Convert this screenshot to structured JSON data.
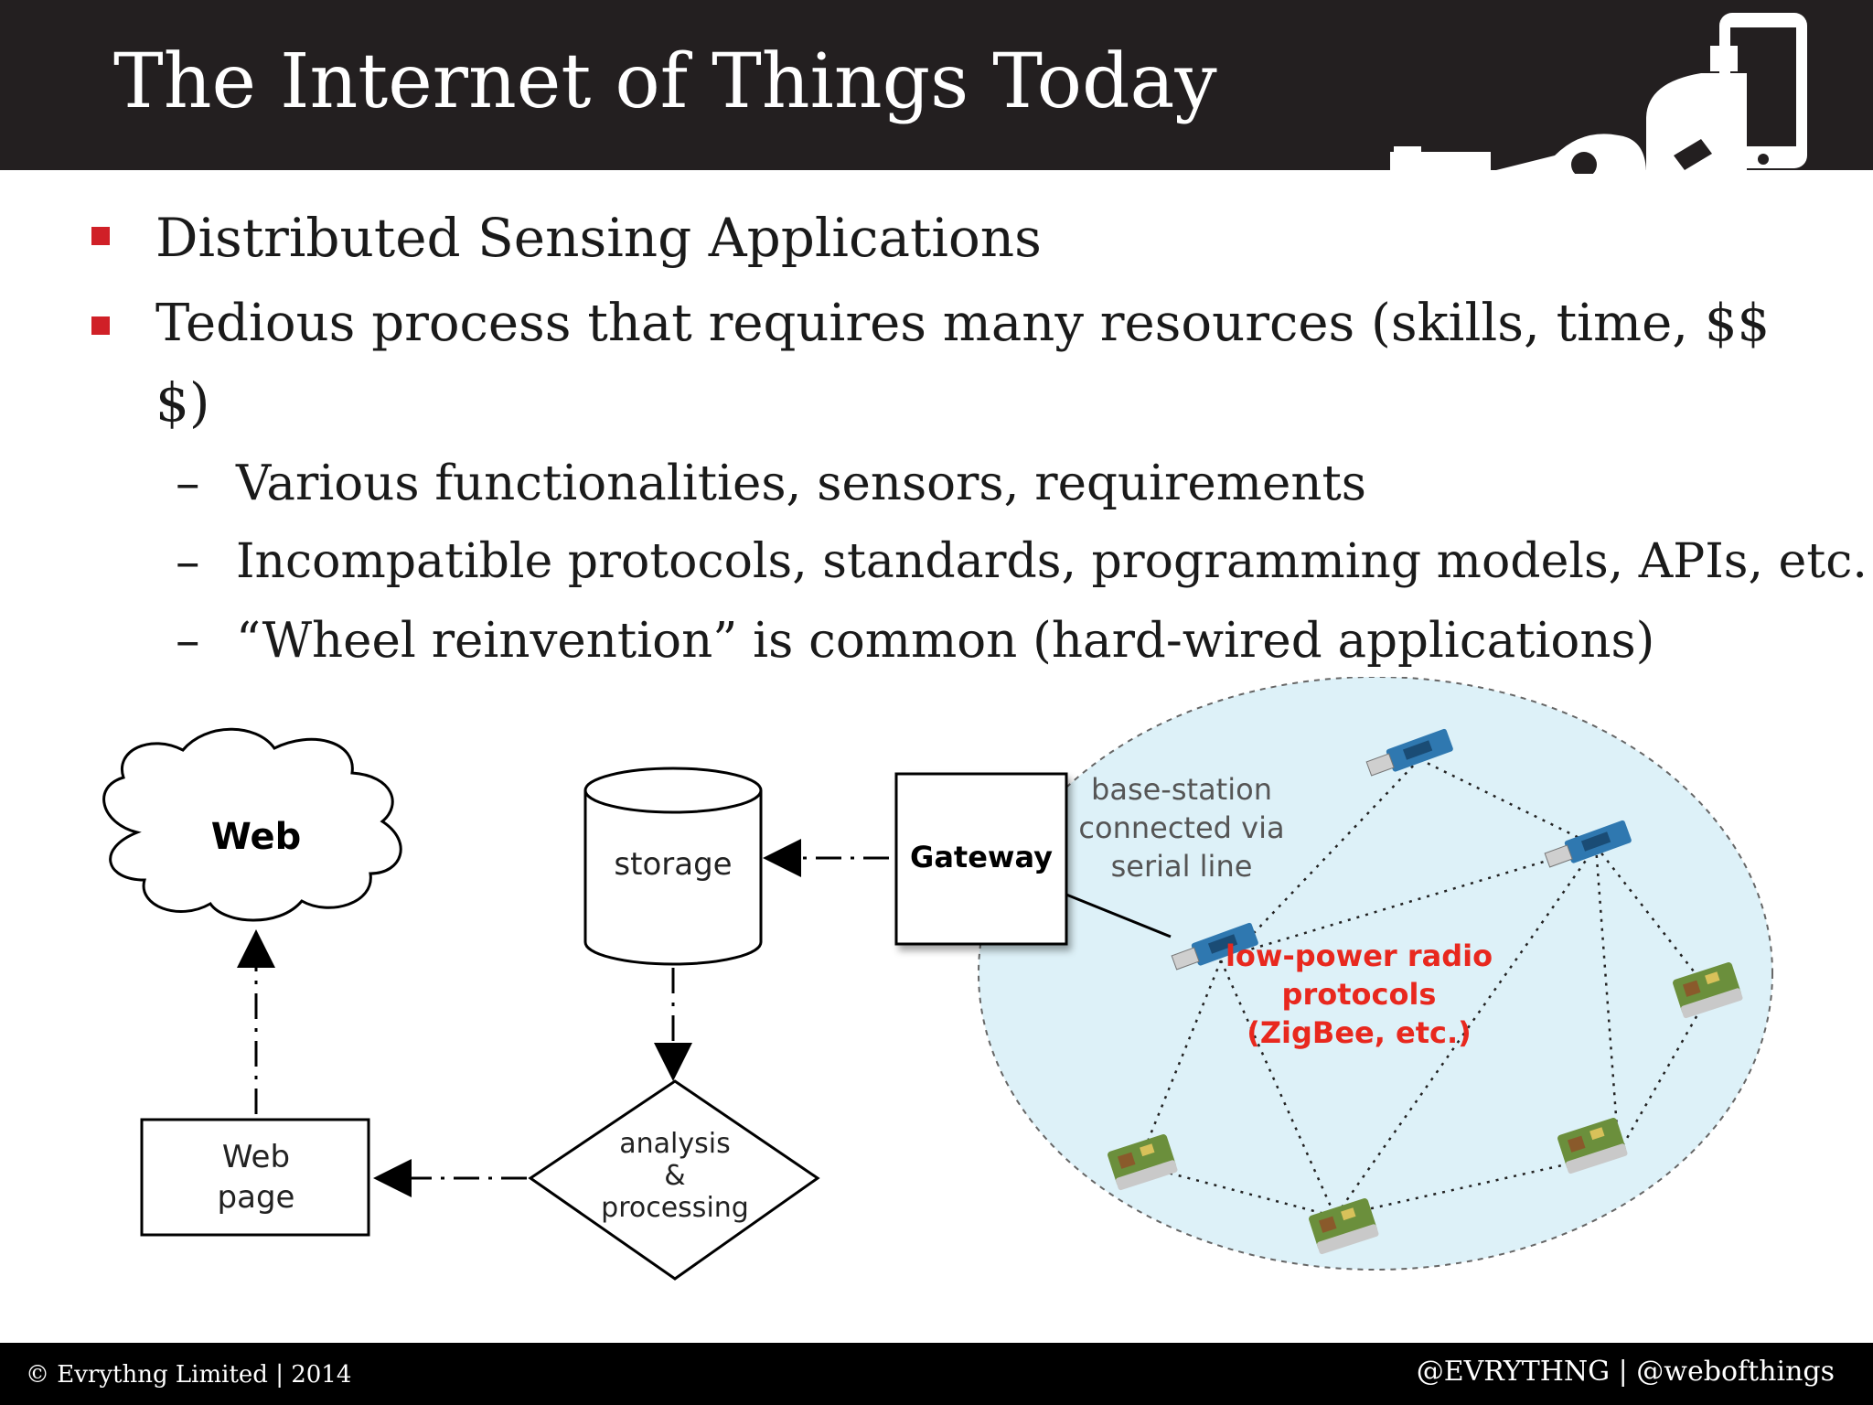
{
  "slide": {
    "title": "The Internet of Things Today",
    "bullets": [
      {
        "text_line1": "Distributed Sensing Applications"
      },
      {
        "text_line1": "Tedious process that requires many resources (skills, time, $$",
        "text_line2": "$)"
      }
    ],
    "sub_bullets": [
      "Various functionalities, sensors, requirements",
      "Incompatible protocols, standards, programming models, APIs, etc.",
      "“Wheel reinvention” is common (hard-wired applications)"
    ],
    "dash": "–"
  },
  "diagram": {
    "web_label": "Web",
    "storage_label": "storage",
    "gateway_label": "Gateway",
    "base_station_lines": [
      "base-station",
      "connected via",
      "serial line"
    ],
    "radio_lines": [
      "low-power radio",
      "protocols",
      "(ZigBee, etc.)"
    ],
    "analysis_lines": [
      "analysis",
      "&",
      "processing"
    ],
    "webpage_lines": [
      "Web",
      "page"
    ],
    "colors": {
      "network_fill": "#ddf1f8",
      "radio_text": "#e8281e"
    }
  },
  "footer": {
    "left": "© Evrythng Limited | 2014",
    "right": "@EVRYTHNG | @webofthings"
  },
  "colors": {
    "header_bg": "#231f20",
    "bullet_red": "#d02027"
  }
}
